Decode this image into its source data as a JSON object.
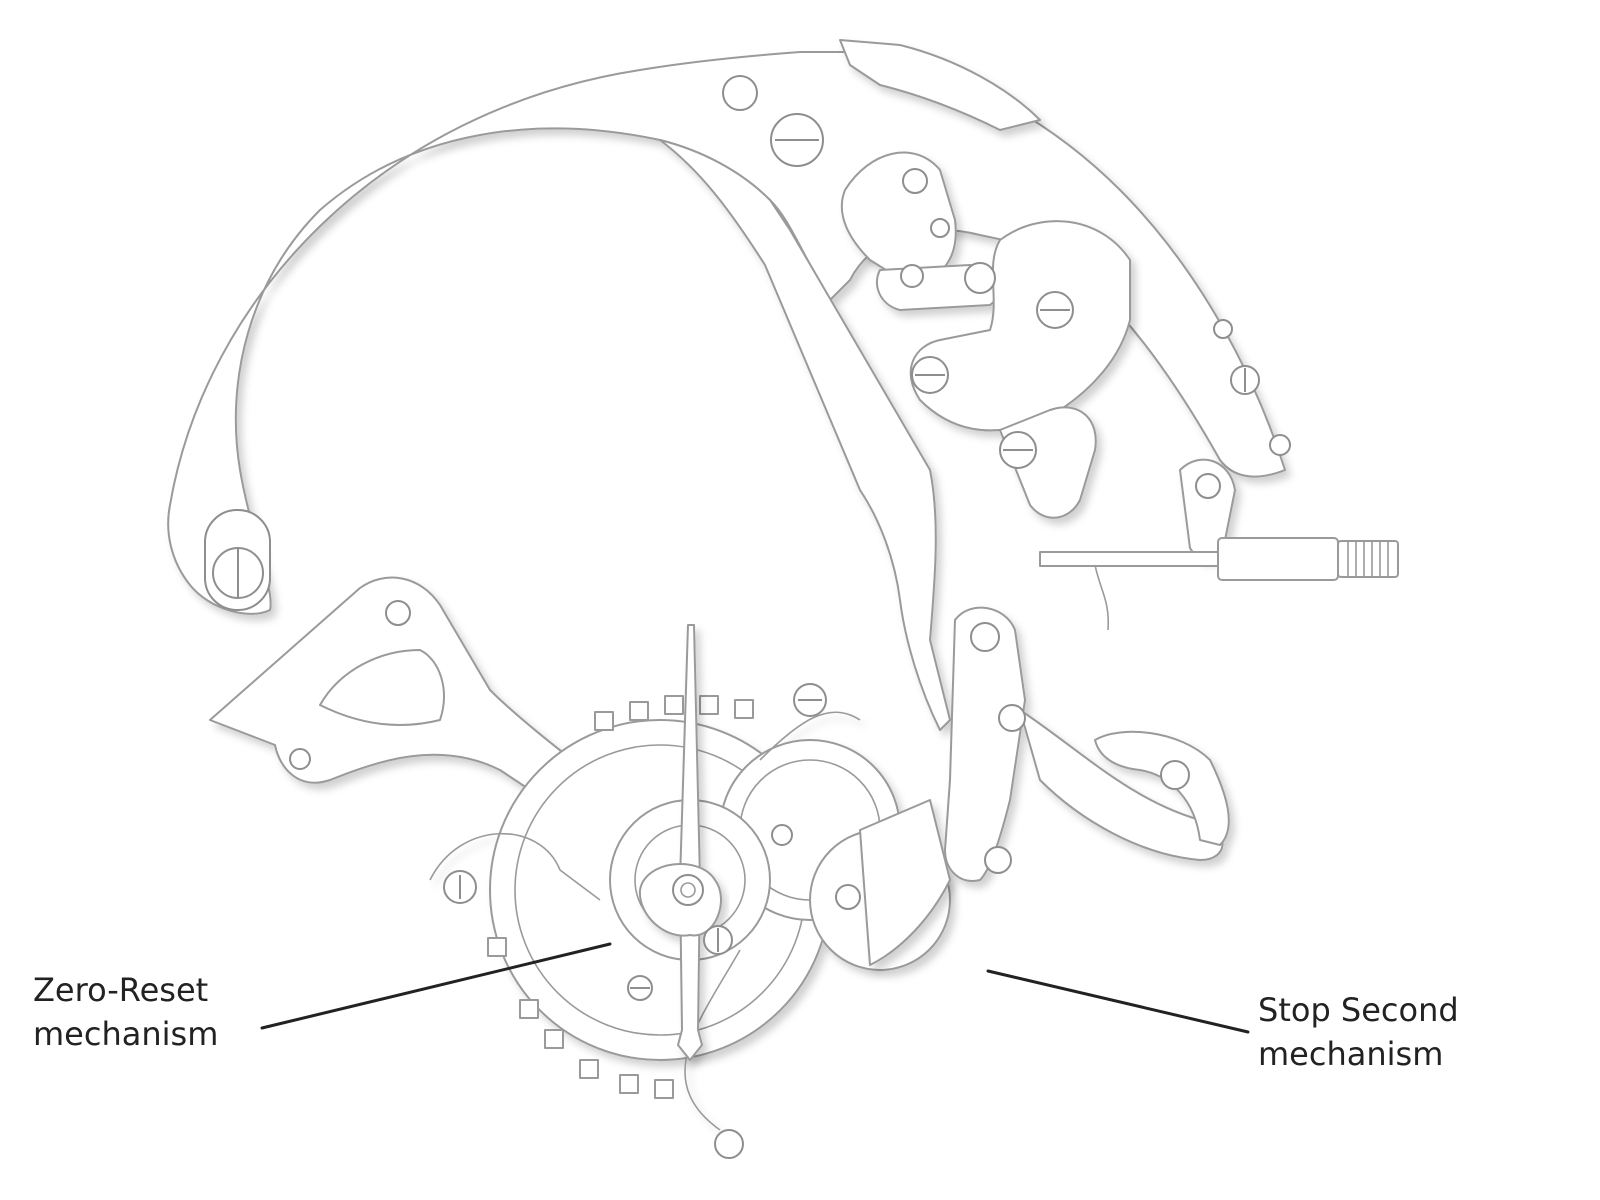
{
  "labels": {
    "zero_reset": {
      "line1": "Zero-Reset",
      "line2": "mechanism"
    },
    "stop_second": {
      "line1": "Stop Second",
      "line2": "mechanism"
    }
  },
  "colors": {
    "outline": "#9a9a9a",
    "shadow": "#d6d6d6",
    "leader": "#222222",
    "background": "#ffffff"
  }
}
